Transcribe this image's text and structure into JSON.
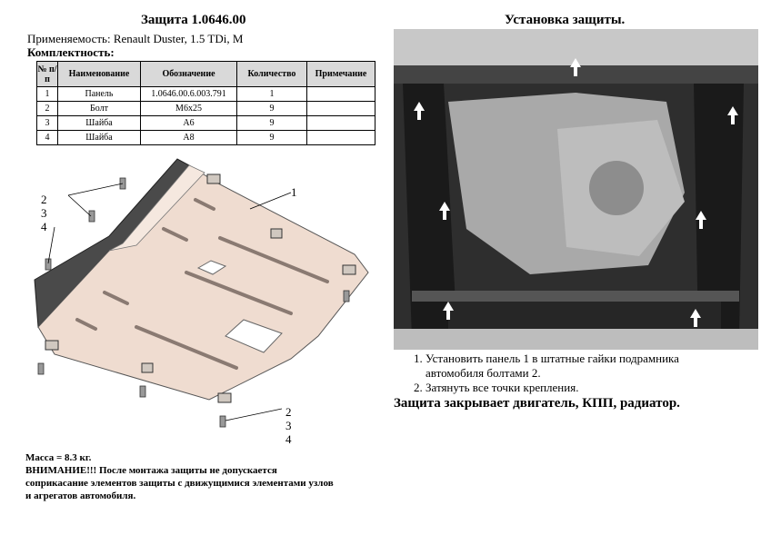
{
  "header": {
    "title": "Защита 1.0646.00",
    "applicability": "Применяемость: Renault Duster, 1.5 TDi, M",
    "kit_label": "Комплектность:"
  },
  "table": {
    "headers": [
      "№ п/п",
      "Наименование",
      "Обозначение",
      "Количество",
      "Примечание"
    ],
    "rows": [
      [
        "1",
        "Панель",
        "1.0646.00.6.003.791",
        "1",
        ""
      ],
      [
        "2",
        "Болт",
        "М6х25",
        "9",
        ""
      ],
      [
        "3",
        "Шайба",
        "А6",
        "9",
        ""
      ],
      [
        "4",
        "Шайба",
        "А8",
        "9",
        ""
      ]
    ]
  },
  "drawing": {
    "callout_left": [
      "2",
      "3",
      "4"
    ],
    "callout_panel": "1",
    "callout_bottom": [
      "2",
      "3",
      "4"
    ]
  },
  "footer": {
    "mass": "Масса = 8.3 кг.",
    "warning_1": "ВНИМАНИЕ!!!   После монтажа защиты не допускается",
    "warning_2": "соприкасание элементов защиты с движущимися элементами узлов",
    "warning_3": "и агрегатов автомобиля."
  },
  "install": {
    "title": "Установка защиты.",
    "step_1a": "Установить панель 1 в штатные гайки подрамника",
    "step_1b": "автомобиля болтами 2.",
    "step_2": "Затянуть все точки крепления.",
    "summary": "Защита закрывает двигатель, КПП, радиатор."
  }
}
